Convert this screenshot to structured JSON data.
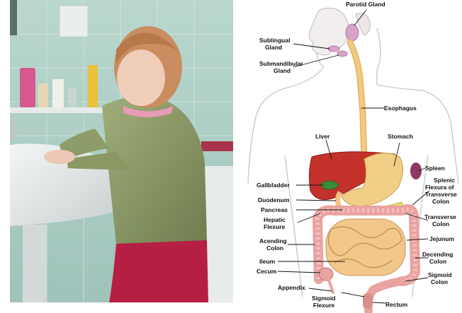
{
  "photo": {
    "subject": "child-washing-hands-at-sink"
  },
  "diagram": {
    "labels": {
      "parotid_gland": "Parotid Gland",
      "sublingual_gland": [
        "Sublingual",
        "Gland"
      ],
      "submandibular_gland": [
        "Submandibular",
        "Gland"
      ],
      "esophagus": "Esophagus",
      "liver": "Liver",
      "stomach": "Stomach",
      "spleen": "Spleen",
      "splenic_flexure": [
        "Splenic",
        "Flexura of",
        "Transverse",
        "Colon"
      ],
      "gallbladder": "Gallbladder",
      "duodenum": "Duodenum",
      "pancreas": "Pancreas",
      "hepatic_flexure": [
        "Hepatic",
        "Flexure"
      ],
      "transverse_colon": [
        "Transverse",
        "Colon"
      ],
      "acending_colon": [
        "Acending",
        "Colon"
      ],
      "jejunum": "Jejunum",
      "decending_colon": [
        "Decending",
        "Colon"
      ],
      "ileum": "Ileum",
      "cecum": "Cecum",
      "sigmoid_colon": [
        "Sigmoid",
        "Colon"
      ],
      "appendix": "Appendix",
      "sigmoid_flexure": [
        "Sigmoid",
        "Flexure"
      ],
      "rectum": "Rectum"
    },
    "colors": {
      "liver": "#c4312b",
      "stomach": "#f2cf86",
      "intestine": "#f2c88a",
      "colon": "#e9a3a0",
      "gallbladder": "#3c8a3a",
      "esophagus": "#f3c97e",
      "gland": "#d9a3c8"
    }
  }
}
